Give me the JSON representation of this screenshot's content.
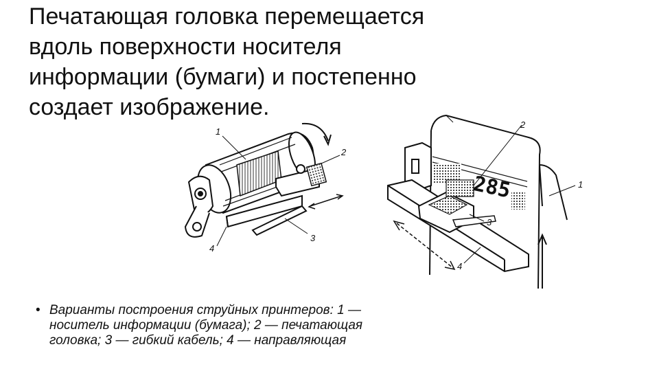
{
  "slide": {
    "title_lines": [
      "Печатающая головка перемещается",
      "вдоль поверхности носителя",
      "информации (бумаги) и постепенно",
      "создает изображение."
    ],
    "caption_lines": [
      "Варианты построения струйных принтеров: 1 —",
      "носитель информации (бумага); 2 — печатающая",
      "головка; 3 — гибкий кабель; 4 — направляющая"
    ],
    "bullet": "•"
  },
  "figure_left": {
    "labels": {
      "l1": "1",
      "l2": "2",
      "l3": "3",
      "l4": "4"
    }
  },
  "figure_right": {
    "labels": {
      "r1": "1",
      "r2": "2",
      "r3": "3",
      "r4": "4"
    },
    "printed_digits": "285"
  }
}
